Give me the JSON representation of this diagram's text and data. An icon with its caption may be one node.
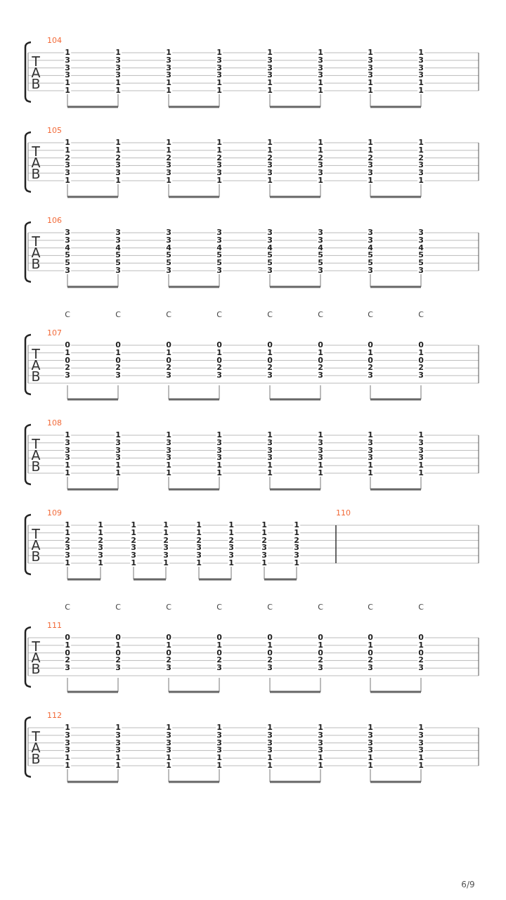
{
  "diagram": {
    "labels": [
      "104",
      "T",
      "A",
      "B",
      "1",
      "3",
      "3",
      "3",
      "1",
      "1",
      "1",
      "3",
      "3",
      "3",
      "1",
      "1",
      "1",
      "3",
      "3",
      "3",
      "1",
      "1",
      "1",
      "3",
      "3",
      "3",
      "1",
      "1",
      "1",
      "3",
      "3",
      "3",
      "1",
      "1",
      "1",
      "3",
      "3",
      "3",
      "1",
      "1",
      "1",
      "3",
      "3",
      "3",
      "1",
      "1",
      "1",
      "3",
      "3",
      "3",
      "1",
      "1",
      "105",
      "T",
      "A",
      "B",
      "1",
      "1",
      "2",
      "3",
      "3",
      "1",
      "1",
      "1",
      "2",
      "3",
      "3",
      "1",
      "1",
      "1",
      "2",
      "3",
      "3",
      "1",
      "1",
      "1",
      "2",
      "3",
      "3",
      "1",
      "1",
      "1",
      "2",
      "3",
      "3",
      "1",
      "1",
      "1",
      "2",
      "3",
      "3",
      "1",
      "1",
      "1",
      "2",
      "3",
      "3",
      "1",
      "1",
      "1",
      "2",
      "3",
      "3",
      "1",
      "106",
      "T",
      "A",
      "B",
      "3",
      "3",
      "4",
      "5",
      "5",
      "3",
      "3",
      "3",
      "4",
      "5",
      "5",
      "3",
      "3",
      "3",
      "4",
      "5",
      "5",
      "3",
      "3",
      "3",
      "4",
      "5",
      "5",
      "3",
      "3",
      "3",
      "4",
      "5",
      "5",
      "3",
      "3",
      "3",
      "4",
      "5",
      "5",
      "3",
      "3",
      "3",
      "4",
      "5",
      "5",
      "3",
      "3",
      "3",
      "4",
      "5",
      "5",
      "3",
      "C",
      "C",
      "C",
      "C",
      "C",
      "C",
      "C",
      "C",
      "107",
      "T",
      "A",
      "B",
      "0",
      "1",
      "0",
      "2",
      "3",
      "0",
      "1",
      "0",
      "2",
      "3",
      "0",
      "1",
      "0",
      "2",
      "3",
      "0",
      "1",
      "0",
      "2",
      "3",
      "0",
      "1",
      "0",
      "2",
      "3",
      "0",
      "1",
      "0",
      "2",
      "3",
      "0",
      "1",
      "0",
      "2",
      "3",
      "0",
      "1",
      "0",
      "2",
      "3",
      "108",
      "T",
      "A",
      "B",
      "1",
      "3",
      "3",
      "3",
      "1",
      "1",
      "1",
      "3",
      "3",
      "3",
      "1",
      "1",
      "1",
      "3",
      "3",
      "3",
      "1",
      "1",
      "1",
      "3",
      "3",
      "3",
      "1",
      "1",
      "1",
      "3",
      "3",
      "3",
      "1",
      "1",
      "1",
      "3",
      "3",
      "3",
      "1",
      "1",
      "1",
      "3",
      "3",
      "3",
      "1",
      "1",
      "1",
      "3",
      "3",
      "3",
      "1",
      "1",
      "109",
      "T",
      "A",
      "B",
      "1",
      "1",
      "2",
      "3",
      "3",
      "1",
      "1",
      "1",
      "2",
      "3",
      "3",
      "1",
      "1",
      "1",
      "2",
      "3",
      "3",
      "1",
      "1",
      "1",
      "2",
      "3",
      "3",
      "1",
      "1",
      "1",
      "2",
      "3",
      "3",
      "1",
      "1",
      "1",
      "2",
      "3",
      "3",
      "1",
      "1",
      "1",
      "2",
      "3",
      "3",
      "1",
      "1",
      "1",
      "2",
      "3",
      "3",
      "1",
      "110",
      "C",
      "C",
      "C",
      "C",
      "C",
      "C",
      "C",
      "C",
      "111",
      "T",
      "A",
      "B",
      "0",
      "1",
      "0",
      "2",
      "3",
      "0",
      "1",
      "0",
      "2",
      "3",
      "0",
      "1",
      "0",
      "2",
      "3",
      "0",
      "1",
      "0",
      "2",
      "3",
      "0",
      "1",
      "0",
      "2",
      "3",
      "0",
      "1",
      "0",
      "2",
      "3",
      "0",
      "1",
      "0",
      "2",
      "3",
      "0",
      "1",
      "0",
      "2",
      "3",
      "112",
      "T",
      "A",
      "B",
      "1",
      "3",
      "3",
      "3",
      "1",
      "1",
      "1",
      "3",
      "3",
      "3",
      "1",
      "1",
      "1",
      "3",
      "3",
      "3",
      "1",
      "1",
      "1",
      "3",
      "3",
      "3",
      "1",
      "1",
      "1",
      "3",
      "3",
      "3",
      "1",
      "1",
      "1",
      "3",
      "3",
      "3",
      "1",
      "1",
      "1",
      "3",
      "3",
      "3",
      "1",
      "1",
      "1",
      "3",
      "3",
      "3",
      "1",
      "1",
      "6/9"
    ]
  }
}
